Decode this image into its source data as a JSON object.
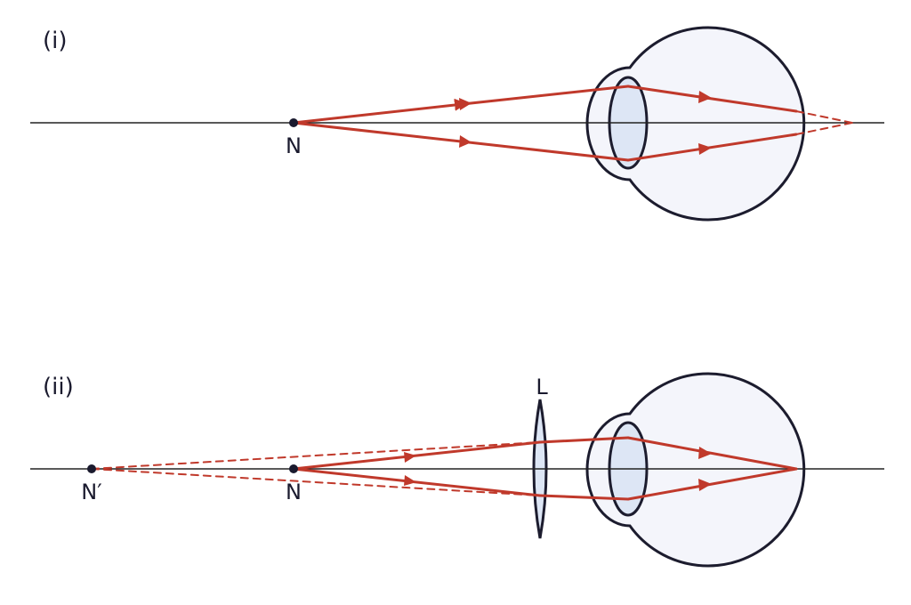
{
  "panels": [
    {
      "label": "(i)",
      "object_point": "N"
    },
    {
      "label": "(ii)",
      "object_point": "N",
      "virtual_point": "N′",
      "lens": "L"
    }
  ],
  "colors": {
    "ray": "#c0392b",
    "axis": "#222222",
    "eye_outline": "#1c1c2e",
    "eye_fill": "#f4f5fb",
    "lens_fill": "#dde6f5"
  }
}
